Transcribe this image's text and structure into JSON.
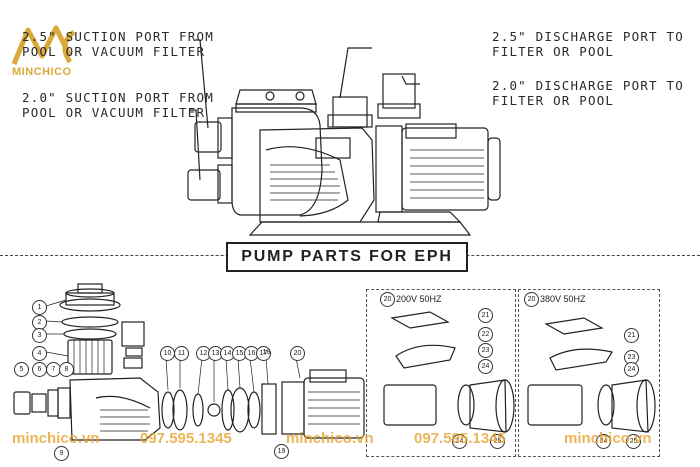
{
  "brand": {
    "name": "MINCHICO",
    "logo_color": "#d9a93a"
  },
  "callouts": {
    "suction_25": [
      "2.5\" SUCTION PORT FROM",
      "POOL OR VACUUM FILTER"
    ],
    "suction_20": [
      "2.0\" SUCTION PORT FROM",
      "POOL OR VACUUM FILTER"
    ],
    "discharge_25": [
      "2.5\" DISCHARGE PORT TO",
      "FILTER OR POOL"
    ],
    "discharge_20": [
      "2.0\" DISCHARGE PORT TO",
      "FILTER OR POOL"
    ]
  },
  "section_title": "PUMP PARTS FOR EPH",
  "boxes": {
    "left": "200V 50HZ",
    "right": "380V 50HZ",
    "box_marker": "20"
  },
  "parts": [
    "1",
    "2",
    "3",
    "4",
    "5",
    "6",
    "7",
    "8",
    "9",
    "10",
    "11",
    "12",
    "13",
    "14",
    "15",
    "16",
    "17",
    "18",
    "19",
    "20"
  ],
  "box_parts": [
    "21",
    "22",
    "23",
    "24",
    "25"
  ],
  "box2_parts": [
    "21",
    "23",
    "24",
    "25"
  ],
  "watermark": {
    "site": "minchico.vn",
    "phone": "097.595.1345",
    "color": "#e6a028"
  }
}
